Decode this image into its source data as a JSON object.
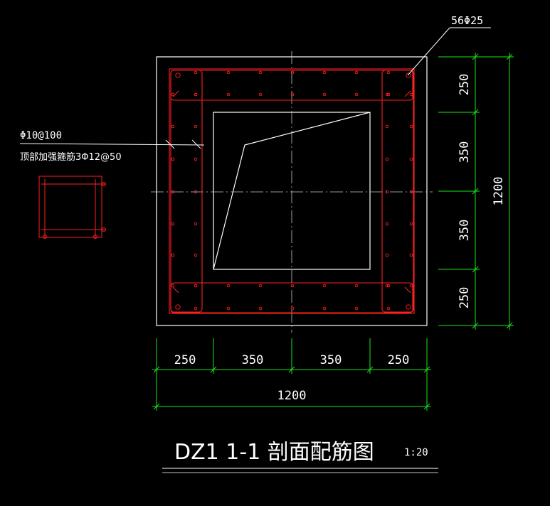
{
  "drawing": {
    "title": "DZ1 1-1 剖面配筋图",
    "scale": "1:20"
  },
  "annotations": {
    "rebar_main": "56Φ25",
    "stirrup": "Φ10@100",
    "top_stirrup": "顶部加强箍筋3Φ12@50"
  },
  "dimensions": {
    "horizontal": [
      "250",
      "350",
      "350",
      "250"
    ],
    "horizontal_total": "1200",
    "vertical": [
      "250",
      "350",
      "350",
      "250"
    ],
    "vertical_total": "1200"
  },
  "colors": {
    "background": "#000000",
    "outline": "#ffffff",
    "rebar": "#ff2020",
    "dimension": "#19e619",
    "centerline": "#c8c8c8"
  }
}
